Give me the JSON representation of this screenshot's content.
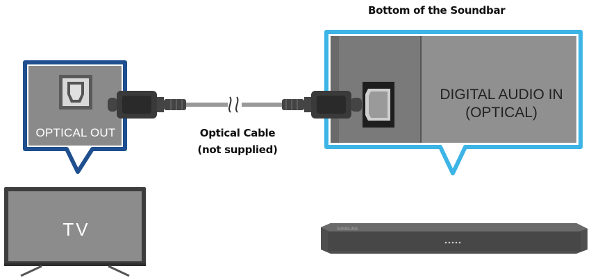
{
  "header": {
    "soundbar_callout_title": "Bottom of the Soundbar"
  },
  "tv": {
    "port_label": "OPTICAL OUT",
    "screen_label": "TV"
  },
  "soundbar": {
    "port_label_line1": "DIGITAL AUDIO IN",
    "port_label_line2": "(OPTICAL)",
    "brand_text": "SAMSUNG"
  },
  "cable": {
    "label_line1": "Optical Cable",
    "label_line2": "(not supplied)"
  },
  "colors": {
    "tv_callout_border": "#1f4f8f",
    "soundbar_callout_border": "#3cb4e6",
    "panel_gray": "#8c8c8c",
    "device_dark": "#4a4a4a"
  }
}
